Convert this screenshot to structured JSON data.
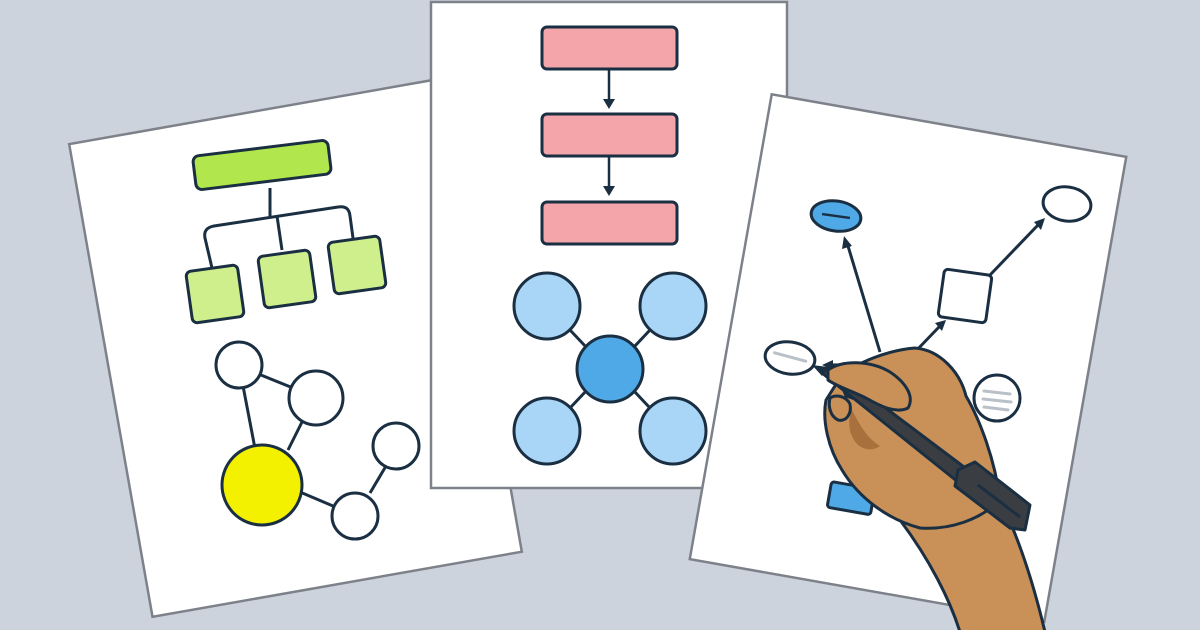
{
  "colors": {
    "background": "#cdd3dc",
    "paper": "#ffffff",
    "paper_border": "#7d8189",
    "ink": "#1b2f43",
    "org_header": "#b1e64c",
    "org_node": "#cfee8c",
    "flow_box": "#f3a5aa",
    "hub_center": "#4ea9e6",
    "hub_satellite": "#a9d5f6",
    "network_focus": "#f3f000",
    "mindmap_accent": "#4ea9e6",
    "mindmap_line": "#b9c0c8",
    "skin": "#c99158",
    "skin_shadow": "#a8703c",
    "pen": "#3a3d41"
  },
  "illustration": {
    "sheets": [
      {
        "id": "org-chart-sheet",
        "diagrams": [
          "org-chart",
          "network-graph"
        ]
      },
      {
        "id": "flowchart-sheet",
        "diagrams": [
          "flowchart",
          "hub-and-spoke"
        ]
      },
      {
        "id": "mind-map-sheet",
        "diagrams": [
          "mind-map"
        ]
      }
    ],
    "drawing_hand": {
      "holds": "pen"
    }
  }
}
